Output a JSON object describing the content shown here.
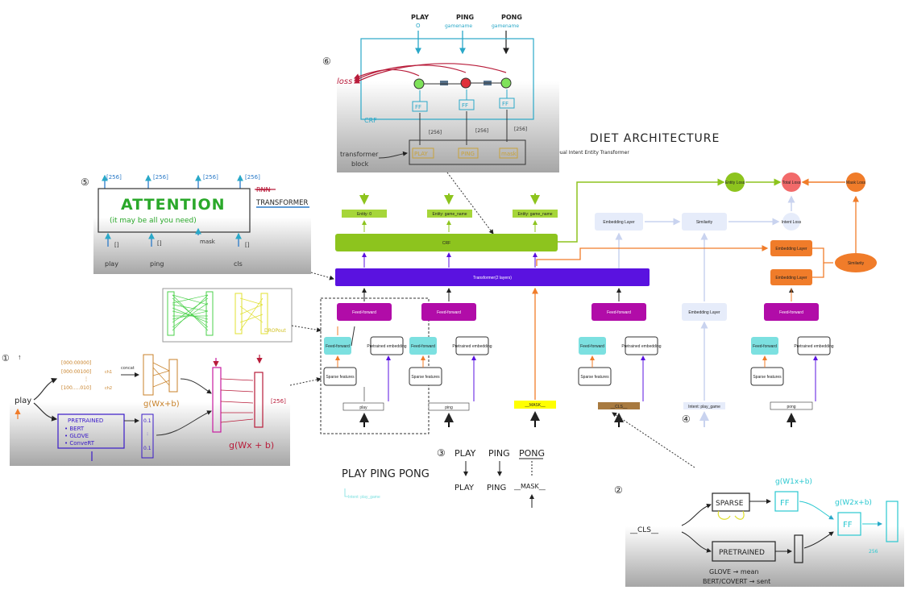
{
  "title": "DIET ARCHITECTURE",
  "subtitle": "Dual Intent Entity Transformer",
  "arch": {
    "transformer": "Transformer(2 layers)",
    "crf": "CRF",
    "entity_labels": [
      "Entity: 0",
      "Entity: game_name",
      "Entity: game_name"
    ],
    "ff_label": "Feed-forward",
    "pretrained_label": "Pretrained embedding",
    "sparse_label": "Sparse features",
    "tokens": [
      "play",
      "ping",
      "__MASK__",
      "__CLS__"
    ],
    "embedding_layer": "Embedding Layer",
    "similarity": "Similarity",
    "intent_input": "Intent: play_game",
    "pong_token": "pong",
    "entity_loss": "Entity Loss",
    "total_loss": "Total Loss",
    "mask_loss": "Mask Loss",
    "intent_loss": "Intent Loss"
  },
  "markers": [
    "①",
    "②",
    "③",
    "④",
    "⑤",
    "⑥"
  ],
  "bottom": {
    "title": "PLAY PING PONG",
    "intent": "Intent: play_game"
  },
  "panel1": {
    "input": "play",
    "onehots": [
      "[000:00000]",
      "[000:00100]",
      "[100.....010]"
    ],
    "ch": [
      "ch1",
      "ch2"
    ],
    "concat": "concat",
    "gwxb": "g(Wx+b)",
    "pretrained": [
      "PRETRAINED",
      "• BERT",
      "• GLOVE",
      "• ConveRT"
    ],
    "vec": [
      "0.1",
      ":",
      "0.1"
    ],
    "dim": "[256]",
    "gwxb2": "g(Wx + b)"
  },
  "panel2": {
    "cls": "__CLS__",
    "sparse": "SPARSE",
    "ff": "FF",
    "pretrained": "PRETRAINED",
    "g1": "g(W1x+b)",
    "g2": "g(W2x+b)",
    "dim": "256",
    "notes": [
      "GLOVE → mean",
      "BERT/COVERT → sent"
    ]
  },
  "panel3": {
    "top": [
      "PLAY",
      "PING",
      "PONG"
    ],
    "bottom": [
      "PLAY",
      "PING",
      "__MASK__"
    ]
  },
  "panel5": {
    "dims": [
      "[256]",
      "[256]",
      "[256]",
      "[256]"
    ],
    "heading": "ATTENTION",
    "sub": "(it may be all you need)",
    "rnn": "RNN",
    "transformer": "TRANSFORMER",
    "slots": [
      "[]",
      "[]",
      "mask",
      "[]"
    ],
    "words": [
      "play",
      "ping",
      "cls"
    ]
  },
  "panel6": {
    "labels": [
      "PLAY",
      "PING",
      "PONG"
    ],
    "sublabels": [
      "O",
      "gamename",
      "gamename"
    ],
    "loss": "loss",
    "crf": "CRF",
    "ff": "FF",
    "dims": [
      "[256]",
      "[256]",
      "[256]"
    ],
    "tblock": [
      "transformer",
      "block"
    ],
    "tokens": [
      "PLAY",
      "PING",
      "mask"
    ]
  },
  "dropout_note": "DROPout",
  "colors": {
    "transformer": "#5a12e0",
    "crf": "#8dc41e",
    "ff": "#b10ca8",
    "cyan": "#7ce0e0",
    "orange": "#f07c2a",
    "lavender": "#e6ecfa",
    "mask": "#ffff00",
    "cls": "#a87a40",
    "green": "#55b42a",
    "red": "#f26a6a"
  }
}
